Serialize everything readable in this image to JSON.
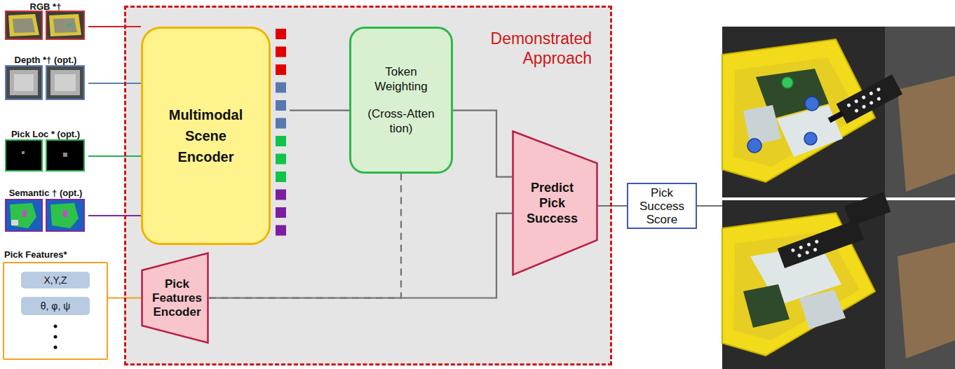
{
  "diagram": {
    "nodes": [
      {
        "text": [
          "RGB *†"
        ]
      },
      {
        "text": [
          "Depth *† (opt.)"
        ]
      },
      {
        "text": [
          "Pick Loc * (opt.)"
        ]
      },
      {
        "text": [
          "Semantic † (opt.)"
        ]
      },
      {
        "text": [
          "Pick Features*"
        ]
      },
      {
        "text": [
          "X,Y,Z"
        ],
        "in": 4
      },
      {
        "text": [
          "θ, φ, ψ"
        ],
        "in": 4
      },
      {
        "text": [
          "Demonstrated Approach"
        ]
      },
      {
        "text": [
          "Multimodal Scene Encoder"
        ],
        "in": 7
      },
      {
        "text": [
          "Token Weighting",
          "(Cross-Atten tion)"
        ],
        "in": 7
      },
      {
        "text": [
          "Pick Features Encoder"
        ],
        "in": 7
      },
      {
        "text": [
          "Predict Pick Success"
        ],
        "in": 7
      },
      {
        "text": [
          "Pick Success Score"
        ]
      }
    ],
    "edges": [
      {
        "from": 0,
        "to": 8,
        "arrow": "none"
      },
      {
        "from": 1,
        "to": 8,
        "arrow": "none"
      },
      {
        "from": 2,
        "to": 8,
        "arrow": "none"
      },
      {
        "from": 3,
        "to": 8,
        "arrow": "none"
      },
      {
        "from": 4,
        "to": 10,
        "arrow": "none"
      },
      {
        "from": 8,
        "to": 9,
        "arrow": "none"
      },
      {
        "from": 9,
        "to": 11,
        "arrow": "none"
      },
      {
        "from": 10,
        "to": 11,
        "arrow": "none"
      },
      {
        "from": 10,
        "to": 9,
        "arrow": "none"
      },
      {
        "from": 11,
        "to": 12,
        "arrow": "none"
      }
    ]
  }
}
